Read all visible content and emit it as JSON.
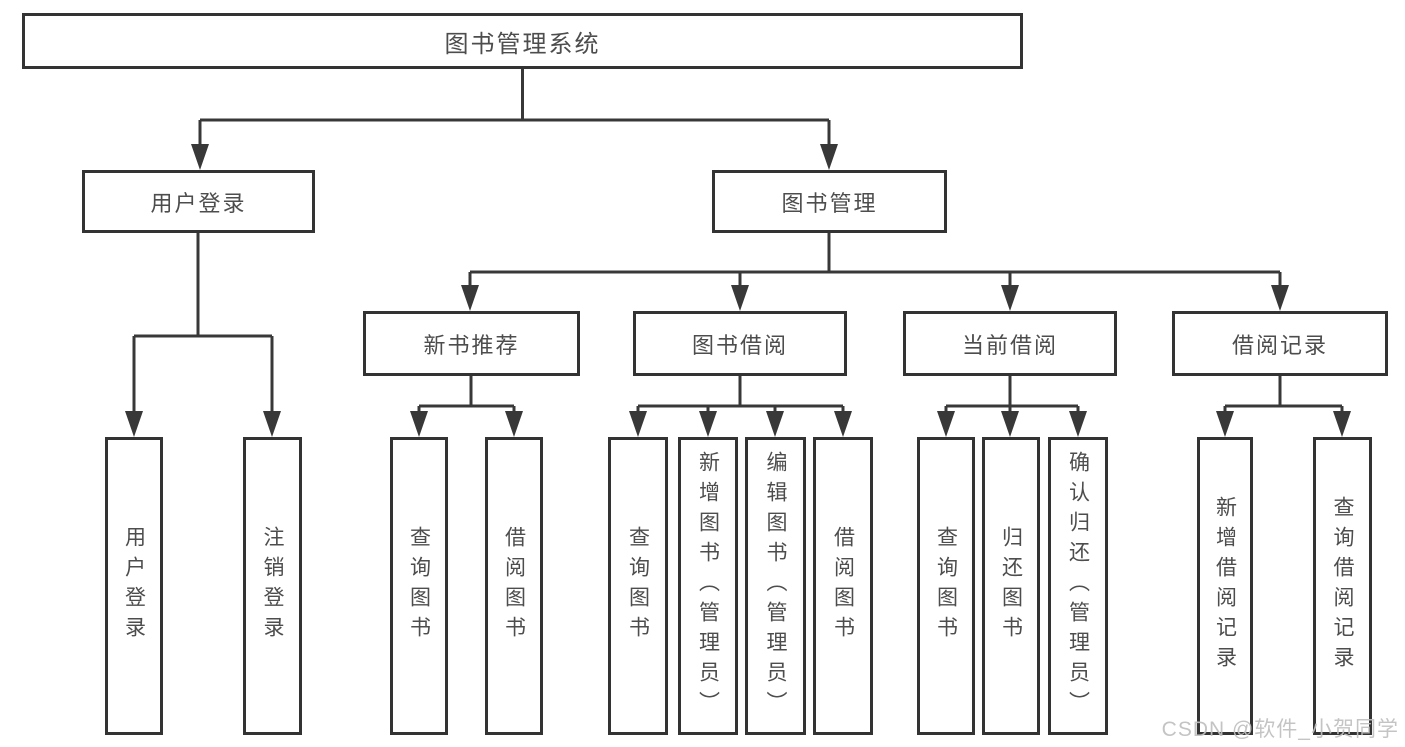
{
  "tree": {
    "root": "图书管理系统",
    "branches": [
      {
        "label": "用户登录",
        "children": [
          "用户登录",
          "注销登录"
        ]
      },
      {
        "label": "图书管理",
        "groups": [
          {
            "label": "新书推荐",
            "children": [
              "查询图书",
              "借阅图书"
            ]
          },
          {
            "label": "图书借阅",
            "children": [
              "查询图书",
              "新增图书（管理员）",
              "编辑图书（管理员）",
              "借阅图书"
            ]
          },
          {
            "label": "当前借阅",
            "children": [
              "查询图书",
              "归还图书",
              "确认归还（管理员）"
            ]
          },
          {
            "label": "借阅记录",
            "children": [
              "新增借阅记录",
              "查询借阅记录"
            ]
          }
        ]
      }
    ]
  },
  "watermark": "CSDN @软件_小贺同学",
  "colors": {
    "line": "#383838",
    "box_border": "#333333",
    "text": "#4d4d4d",
    "watermark": "#bfbfbf"
  }
}
